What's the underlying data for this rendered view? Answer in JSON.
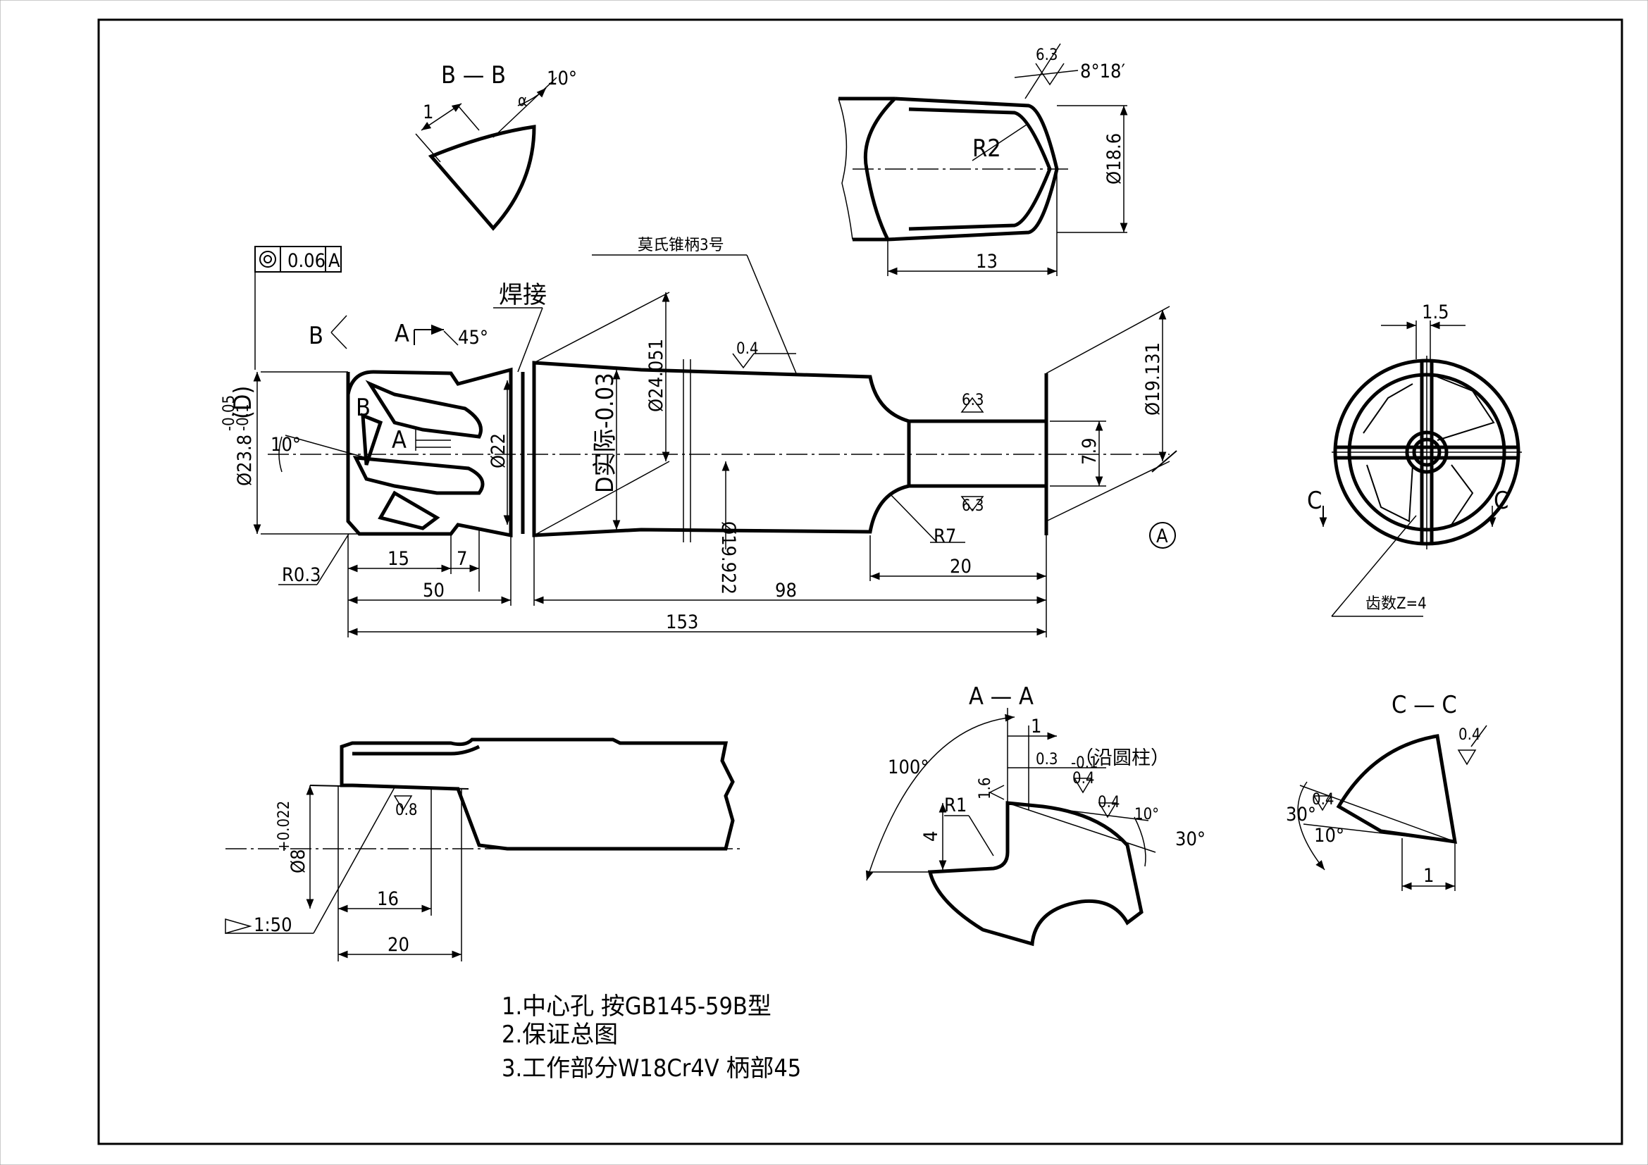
{
  "sections": {
    "bb": "B — B",
    "aa": "A — A",
    "cc": "C — C"
  },
  "main": {
    "tolerance": {
      "value": "0.06",
      "datum": "A"
    },
    "view_b": "B",
    "view_a": "A",
    "angle_a": "45°",
    "weld": "焊接",
    "taper_note": "莫氏锥柄3号",
    "dia_left": "Ø23.8",
    "dia_left_tol_up": "-0.05",
    "dia_left_tol_dn": "-0.1",
    "dia_left_d": "(D)",
    "angle_10": "10°",
    "dia_22": "Ø22",
    "d_minus": "D实际-0.03",
    "dia_24051": "Ø24.051",
    "dia_19922": "Ø19.922",
    "dia_19131": "Ø19.131",
    "dim_79": "7.9",
    "r7": "R7",
    "r03": "R0.3",
    "dim_15": "15",
    "dim_7": "7",
    "dim_50": "50",
    "dim_98": "98",
    "dim_20": "20",
    "dim_153": "153",
    "datum_a": "A",
    "rough_04": "0.4",
    "rough_63a": "6.3",
    "rough_63b": "6.3"
  },
  "detail_tip": {
    "rough": "6.3",
    "angle": "8°18′",
    "r2": "R2",
    "dia": "Ø18.6",
    "len": "13"
  },
  "end_view": {
    "dim_15": "1.5",
    "teeth": "齿数Z=4",
    "c_left": "C",
    "c_right": "C"
  },
  "section_bb": {
    "angle": "10°",
    "dim1": "1",
    "sym": "α"
  },
  "detail_center": {
    "dia": "Ø8",
    "dia_tol": "+0.022",
    "rough": "0.8",
    "taper": "1:50",
    "dim16": "16",
    "dim20": "20"
  },
  "section_aa": {
    "angle100": "100°",
    "dim1": "1",
    "dim03": "0.3",
    "dim03_tol": "-0.1",
    "note": "（沿圆柱）",
    "r04a": "0.4",
    "r04b": "0.4",
    "r16": "1.6",
    "r1": "R1",
    "dim4": "4",
    "a10": "10°",
    "a30": "30°"
  },
  "section_cc": {
    "r04a": "0.4",
    "r04b": "0.4",
    "a30": "30°",
    "a10": "10°",
    "dim1": "1"
  },
  "notes": [
    "1.中心孔 按GB145-59B型",
    "2.保证总图",
    "3.工作部分W18Cr4V 柄部45"
  ]
}
